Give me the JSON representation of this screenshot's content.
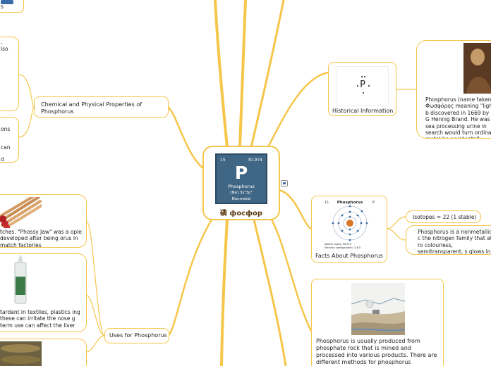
{
  "center": {
    "atomic_number": "15",
    "atomic_mass": "30.974",
    "symbol": "P",
    "name": "Phosphorus",
    "config": "[Ne] 3s²3p³",
    "category": "Nonmetal",
    "title": "磷  фосфор"
  },
  "chem_node": {
    "label": "Chemical and Physical Properties of Phosphorus"
  },
  "left_fragments": {
    "top_icon_label": "s",
    "props1": [
      "-",
      "lso"
    ],
    "props2a": "ons",
    "props2b": "can",
    "props2c": "d"
  },
  "historical": {
    "label": "Historical Information",
    "lewis_symbol": "P",
    "detail": "Phosphorus (name taken f Φωσφόρος meaning \"light-b discovered in 1669 by a G Hennig Brand. He was sea processing urine in search would turn ordinary metal he accidentally discovered"
  },
  "facts": {
    "label": "Facts About Phosphorus",
    "diagram_title": "Phosphorus",
    "diagram_p": "P",
    "diagram_num": "15",
    "diagram_mass": "Atomic mass: 30.973",
    "diagram_config": "Electron configuration: 2,8,5",
    "isotopes": "Isotopes = 22 (1 stable)",
    "nonmetal": "Phosphorus is a nonmetallic c the nitrogen family that at ro colourless, semitransparent, s glows in the dark."
  },
  "production": {
    "text": "Phosphorus is usually produced from phosphate rock that is mined and processed into various products. There are different methods for phosphorus extraction, such as wet process"
  },
  "uses": {
    "label": "Uses for Phosphorus",
    "matches": "tches. \"Phossy Jaw\" was a ople developed after being orus in match factories",
    "flame": "tardant in textiles, plastics ing these can irritate the nose g term use can affect the liver"
  },
  "colors": {
    "branch": "#f6c64a",
    "tile": "#3f6684"
  }
}
